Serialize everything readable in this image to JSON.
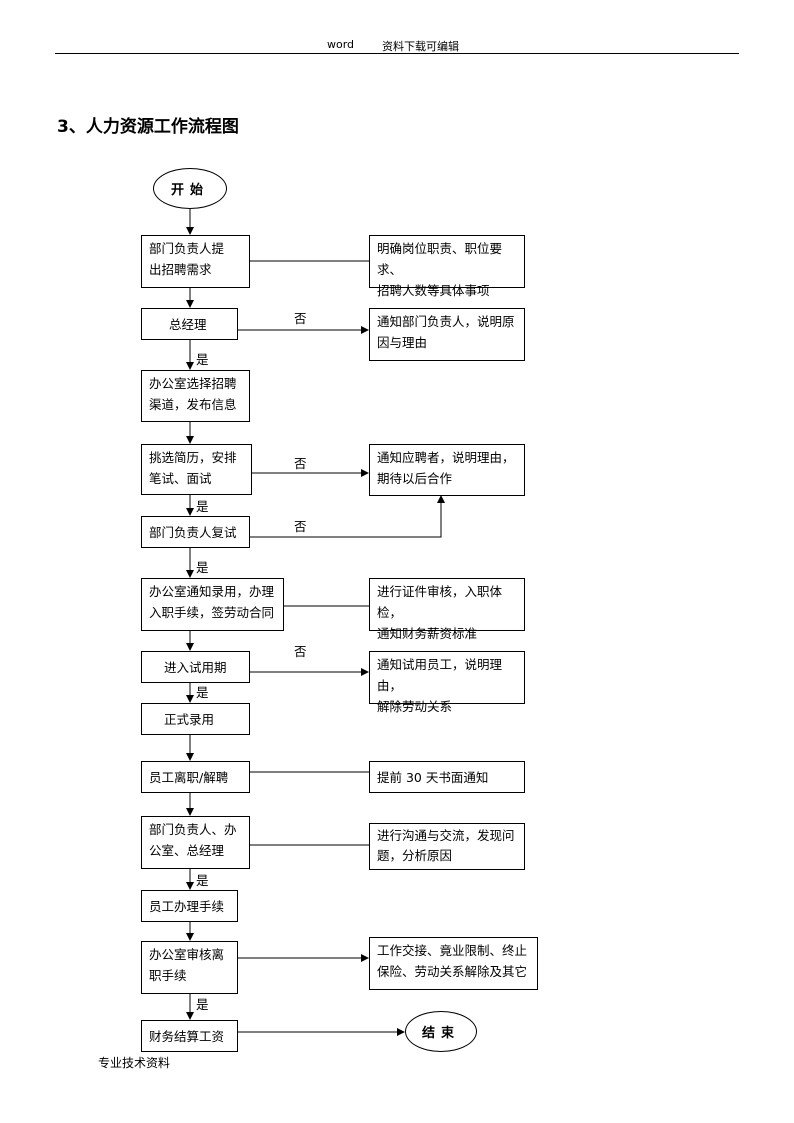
{
  "header": {
    "word": "word",
    "text": "资料下载可编辑"
  },
  "title": "3、人力资源工作流程图",
  "footer": "专业技术资料",
  "flow": {
    "start": "开始",
    "end": "结束",
    "main": [
      {
        "line1": "部门负责人提",
        "line2": "出招聘需求"
      },
      {
        "line1": "总经理"
      },
      {
        "line1": "办公室选择招聘",
        "line2": "渠道，发布信息"
      },
      {
        "line1": "挑选简历，安排",
        "line2": "笔试、面试"
      },
      {
        "line1": "部门负责人复试"
      },
      {
        "line1": "办公室通知录用，办理",
        "line2": "入职手续，签劳动合同"
      },
      {
        "line1": "进入试用期"
      },
      {
        "line1": "正式录用"
      },
      {
        "line1": "员工离职/解聘"
      },
      {
        "line1": "部门负责人、办",
        "line2": "公室、总经理"
      },
      {
        "line1": "员工办理手续"
      },
      {
        "line1": "办公室审核离",
        "line2": "职手续"
      },
      {
        "line1": "财务结算工资"
      }
    ],
    "side": [
      {
        "line1": "明确岗位职责、职位要求、",
        "line2": "招聘人数等具体事项"
      },
      {
        "line1": "通知部门负责人，说明原",
        "line2": "因与理由"
      },
      {
        "line1": "通知应聘者，说明理由，",
        "line2": "期待以后合作"
      },
      {
        "line1": "进行证件审核，入职体检，",
        "line2": "通知财务薪资标准"
      },
      {
        "line1": "通知试用员工，说明理由，",
        "line2": "解除劳动关系"
      },
      {
        "line1": "提前 30 天书面通知"
      },
      {
        "line1": "进行沟通与交流，发现问",
        "line2": "题，分析原因"
      },
      {
        "line1": "工作交接、竟业限制、终止",
        "line2": "保险、劳动关系解除及其它"
      }
    ],
    "labels": {
      "yes": "是",
      "no": "否"
    }
  }
}
